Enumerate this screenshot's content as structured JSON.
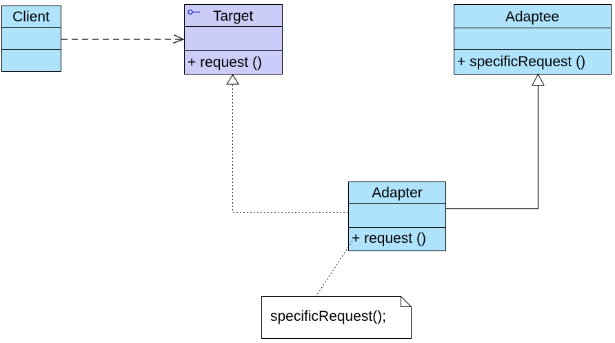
{
  "colors": {
    "class_fill": "#AEE3FB",
    "interface_fill": "#CCCCF8",
    "note_fill": "#FFFFFF",
    "border": "#000000",
    "icon": "#3333CC"
  },
  "classes": {
    "client": {
      "name": "Client",
      "attributes": "",
      "operations": ""
    },
    "target": {
      "name": "Target",
      "icon": "interface-key-icon",
      "attributes": "",
      "operations": "+ request ()"
    },
    "adaptee": {
      "name": "Adaptee",
      "attributes": "",
      "operations": "+ specificRequest ()"
    },
    "adapter": {
      "name": "Adapter",
      "attributes": "",
      "operations": "+ request ()"
    }
  },
  "note": {
    "text": "specificRequest();"
  },
  "relationships": [
    {
      "type": "dependency",
      "from": "Client",
      "to": "Target",
      "line_style": "dashed-open-arrow"
    },
    {
      "type": "realization",
      "from": "Adapter",
      "to": "Target",
      "line_style": "dotted-hollow-triangle"
    },
    {
      "type": "generalization",
      "from": "Adapter",
      "to": "Adaptee",
      "line_style": "solid-hollow-triangle"
    },
    {
      "type": "note-anchor",
      "from": "Adapter",
      "to": "note",
      "line_style": "dotted"
    }
  ]
}
